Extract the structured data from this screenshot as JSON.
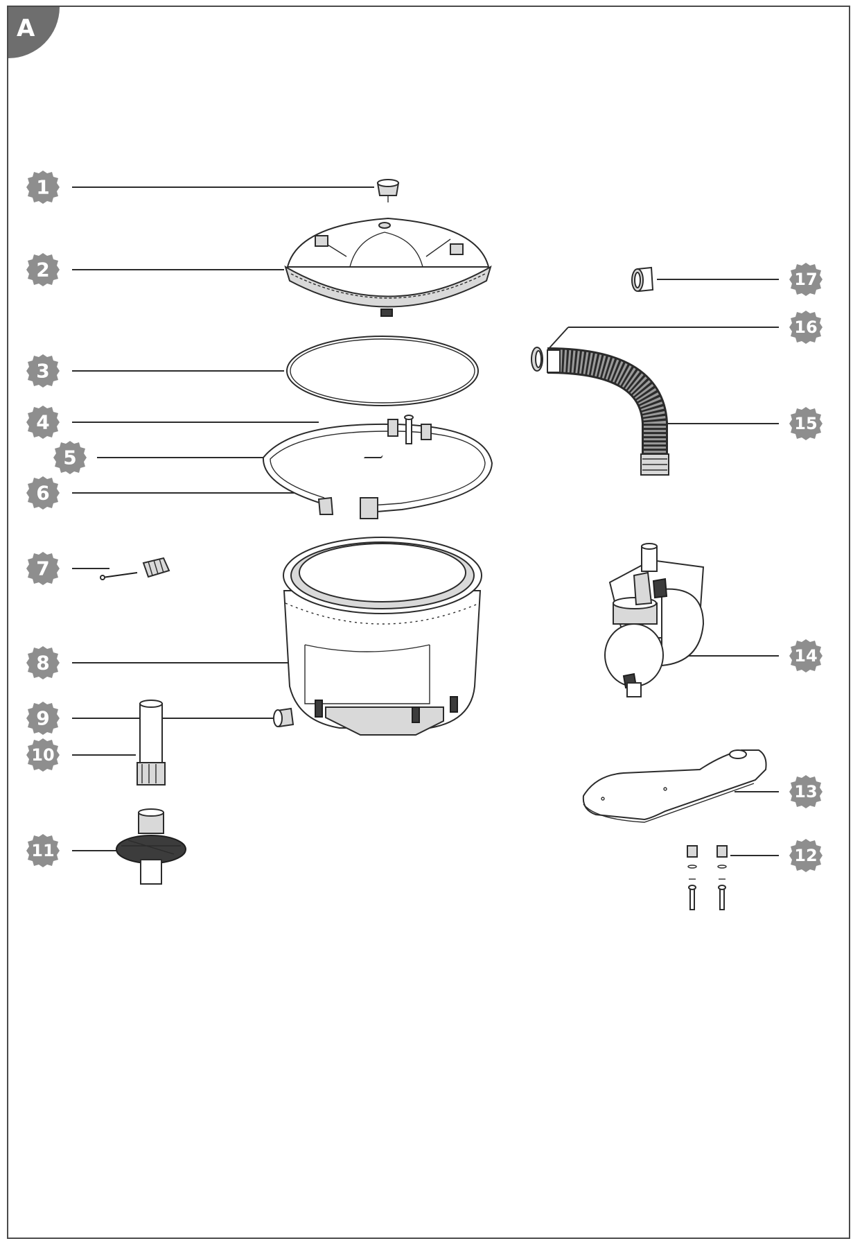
{
  "section_label": "A",
  "colors": {
    "badge": "#8e8e8e",
    "line": "#2b2b2b",
    "corner": "#6e6e6e"
  },
  "callouts": [
    {
      "id": "1",
      "label": "1"
    },
    {
      "id": "2",
      "label": "2"
    },
    {
      "id": "3",
      "label": "3"
    },
    {
      "id": "4",
      "label": "4"
    },
    {
      "id": "5",
      "label": "5"
    },
    {
      "id": "6",
      "label": "6"
    },
    {
      "id": "7",
      "label": "7"
    },
    {
      "id": "8",
      "label": "8"
    },
    {
      "id": "9",
      "label": "9"
    },
    {
      "id": "10",
      "label": "10"
    },
    {
      "id": "11",
      "label": "11"
    },
    {
      "id": "12",
      "label": "12"
    },
    {
      "id": "13",
      "label": "13"
    },
    {
      "id": "14",
      "label": "14"
    },
    {
      "id": "15",
      "label": "15"
    },
    {
      "id": "16",
      "label": "16"
    },
    {
      "id": "17",
      "label": "17"
    }
  ]
}
